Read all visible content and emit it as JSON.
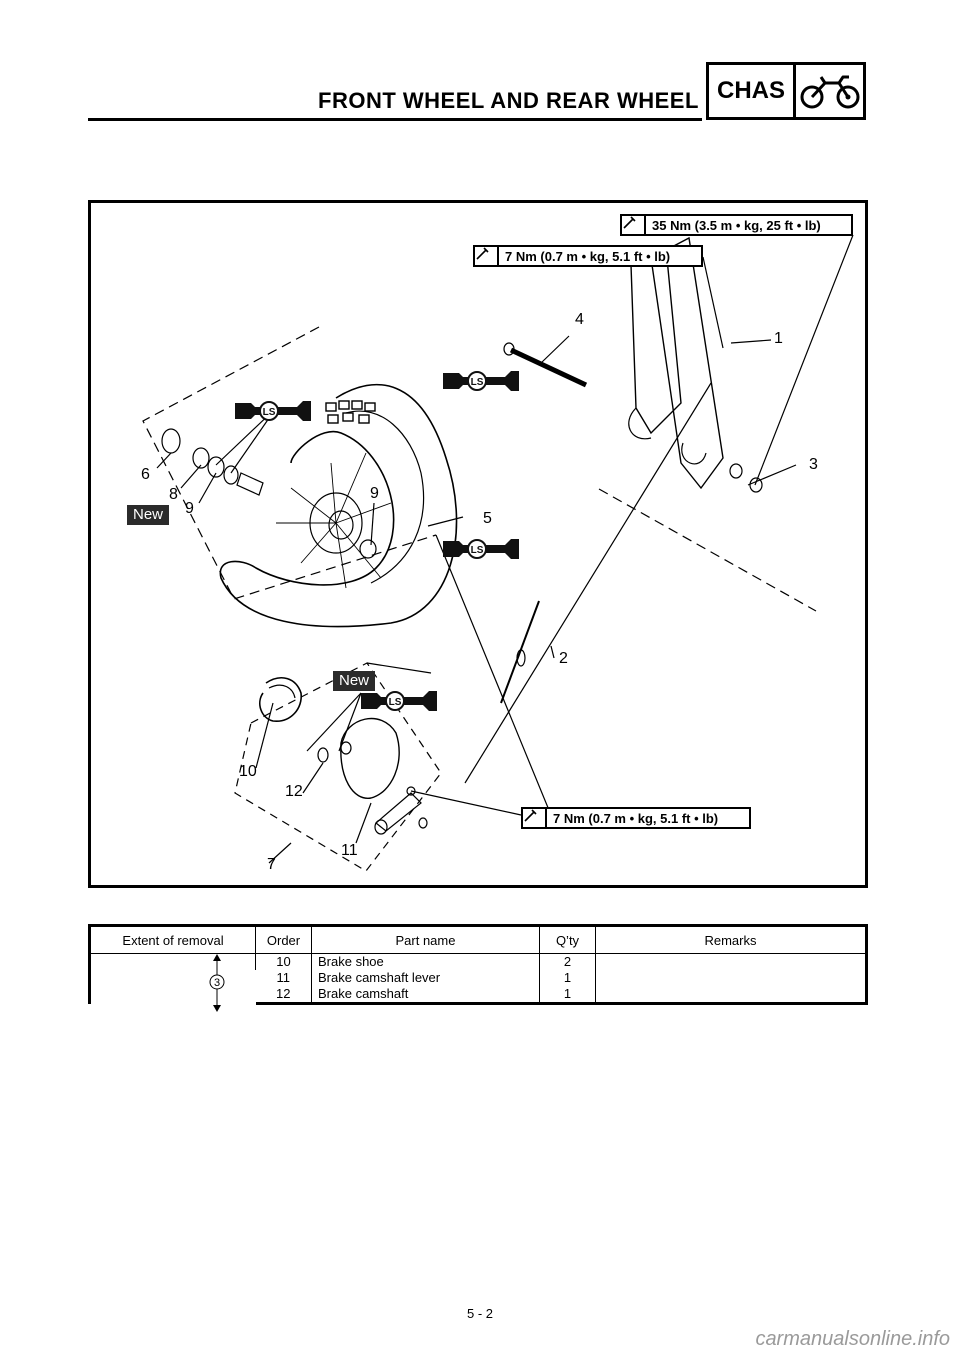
{
  "header": {
    "title": "FRONT WHEEL AND REAR WHEEL",
    "section_code": "CHAS",
    "section_icon": "motorcycle-icon"
  },
  "diagram": {
    "torque_specs": [
      {
        "value": "35 Nm (3.5 m • kg, 25 ft • lb)"
      },
      {
        "value": "7 Nm (0.7 m • kg, 5.1 ft • lb)"
      },
      {
        "value": "7 Nm (0.7 m • kg, 5.1 ft • lb)"
      }
    ],
    "callouts": [
      "1",
      "2",
      "3",
      "4",
      "5",
      "6",
      "7",
      "8",
      "9",
      "9",
      "10",
      "11",
      "12"
    ],
    "new_tag": "New",
    "lubricant_tag": "LS"
  },
  "table": {
    "headers": [
      "Extent of removal",
      "Order",
      "Part name",
      "Q’ty",
      "Remarks"
    ],
    "extent_marker": "3",
    "rows": [
      {
        "order": "10",
        "part": "Brake shoe",
        "qty": "2",
        "remarks": ""
      },
      {
        "order": "11",
        "part": "Brake camshaft lever",
        "qty": "1",
        "remarks": ""
      },
      {
        "order": "12",
        "part": "Brake camshaft",
        "qty": "1",
        "remarks": ""
      }
    ]
  },
  "footer": {
    "page_number": "5 - 2",
    "watermark": "carmanualsonline.info"
  }
}
